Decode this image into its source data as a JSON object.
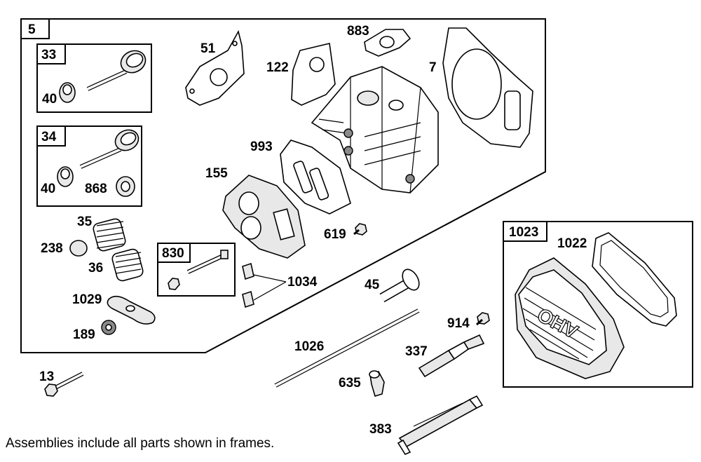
{
  "footnote": "Assemblies include all parts shown in frames.",
  "frames": {
    "main": "5",
    "valve_exhaust": "33",
    "valve_intake": "34",
    "bolt_kit": "830",
    "cover_kit": "1023"
  },
  "parts": {
    "p51": "51",
    "p883": "883",
    "p122": "122",
    "p7": "7",
    "p40a": "40",
    "p40b": "40",
    "p868": "868",
    "p993": "993",
    "p155": "155",
    "p35": "35",
    "p238": "238",
    "p36": "36",
    "p619": "619",
    "p1034": "1034",
    "p1029": "1029",
    "p189": "189",
    "p45": "45",
    "p1022": "1022",
    "p914": "914",
    "p1026": "1026",
    "p337": "337",
    "p13": "13",
    "p635": "635",
    "p383": "383"
  },
  "cover_text": "OHV"
}
